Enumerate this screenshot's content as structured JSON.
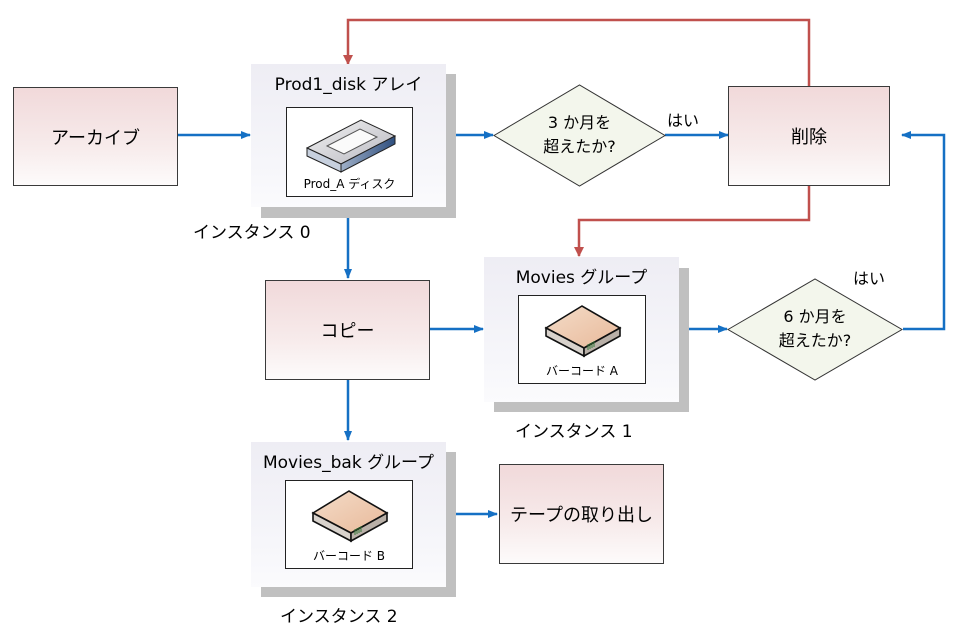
{
  "diagram": {
    "processes": {
      "archive": "アーカイブ",
      "delete": "削除",
      "copy": "コピー",
      "eject": "テープの取り出し"
    },
    "groups": {
      "prod1": {
        "title": "Prod1_disk アレイ",
        "device": "Prod_A ディスク",
        "device_icon": "disk-array-icon",
        "caption": "インスタンス 0"
      },
      "movies": {
        "title": "Movies グループ",
        "device": "バーコード A",
        "device_icon": "tape-drive-icon",
        "caption": "インスタンス 1"
      },
      "movies_bak": {
        "title": "Movies_bak グループ",
        "device": "バーコード B",
        "device_icon": "tape-drive-icon",
        "caption": "インスタンス 2"
      }
    },
    "decisions": {
      "three_months": {
        "line1": "3 か月を",
        "line2": "超えたか?",
        "yes_label": "はい"
      },
      "six_months": {
        "line1": "6 か月を",
        "line2": "超えたか?",
        "yes_label": "はい"
      }
    },
    "colors": {
      "flow_blue": "#1570c4",
      "loop_red": "#c0504d",
      "process_fill_top": "#f1d9da",
      "decision_fill": "#f3f6ec",
      "group_shadow": "#c0c0c0"
    }
  }
}
